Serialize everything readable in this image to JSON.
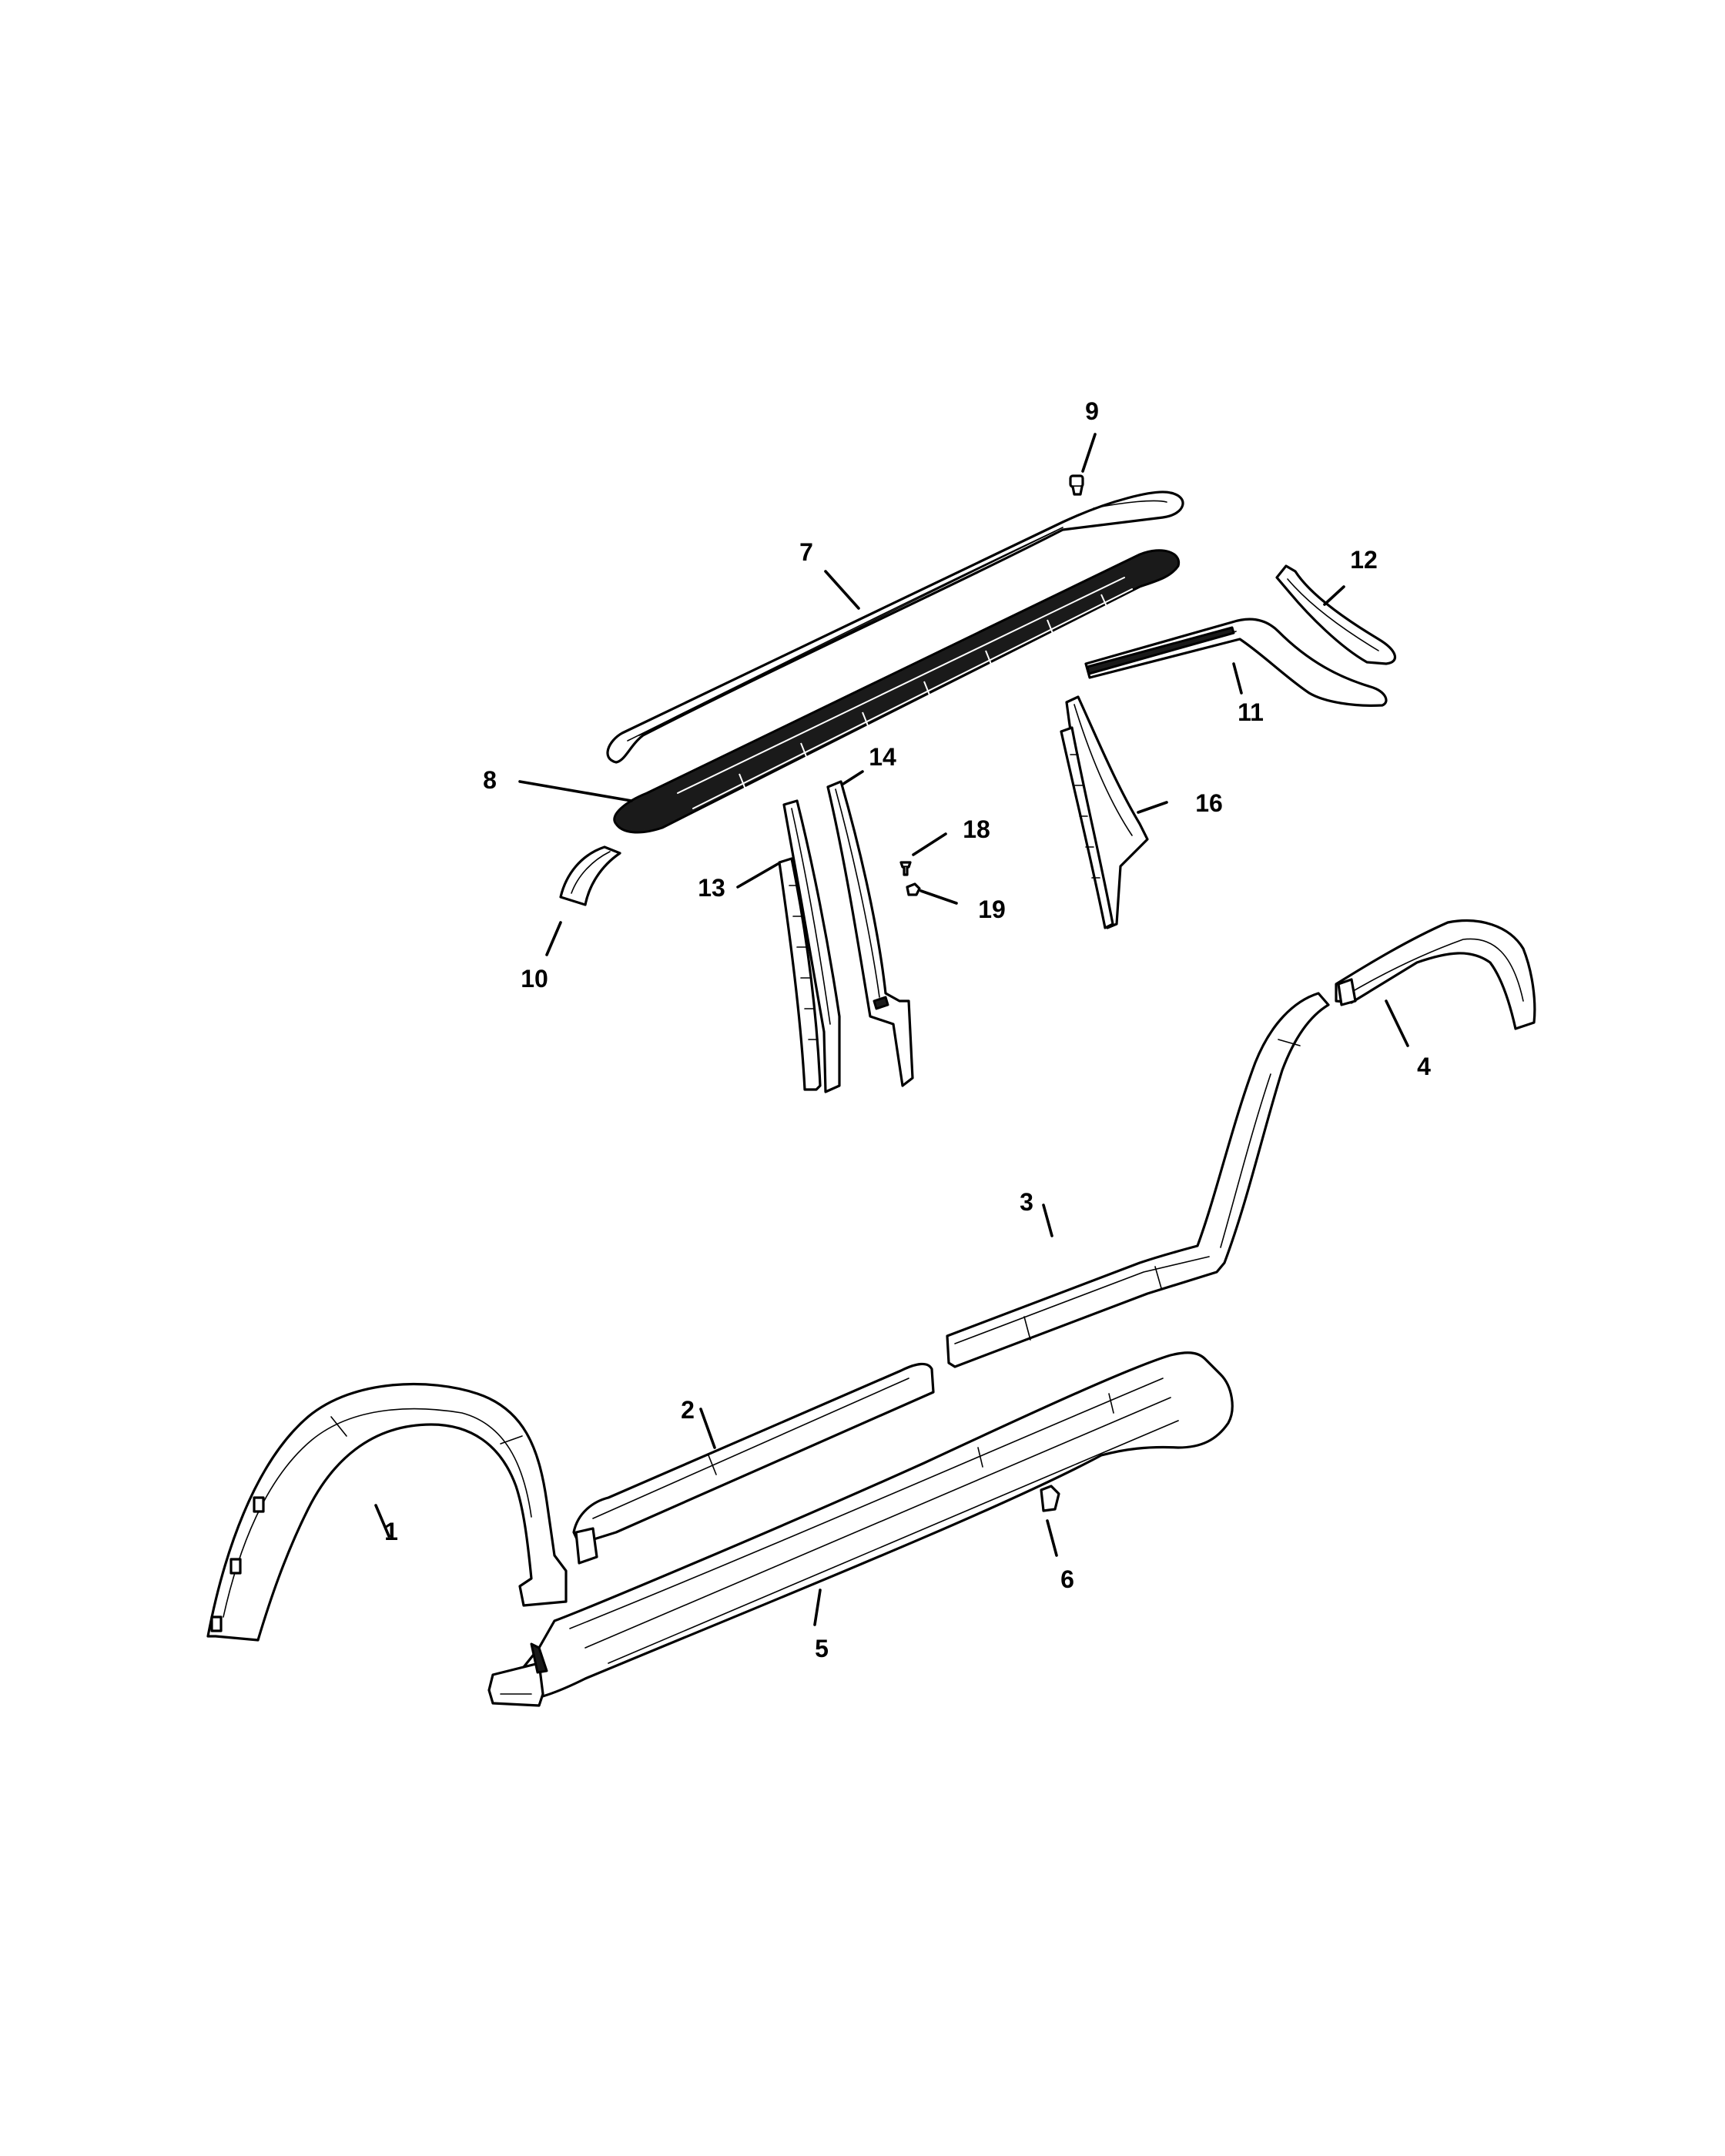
{
  "callouts": {
    "c1": "1",
    "c2": "2",
    "c3": "3",
    "c4": "4",
    "c5": "5",
    "c6": "6",
    "c7": "7",
    "c8": "8",
    "c9": "9",
    "c10": "10",
    "c11": "11",
    "c12": "12",
    "c13": "13",
    "c14": "14",
    "c16": "16",
    "c18": "18",
    "c19": "19"
  }
}
